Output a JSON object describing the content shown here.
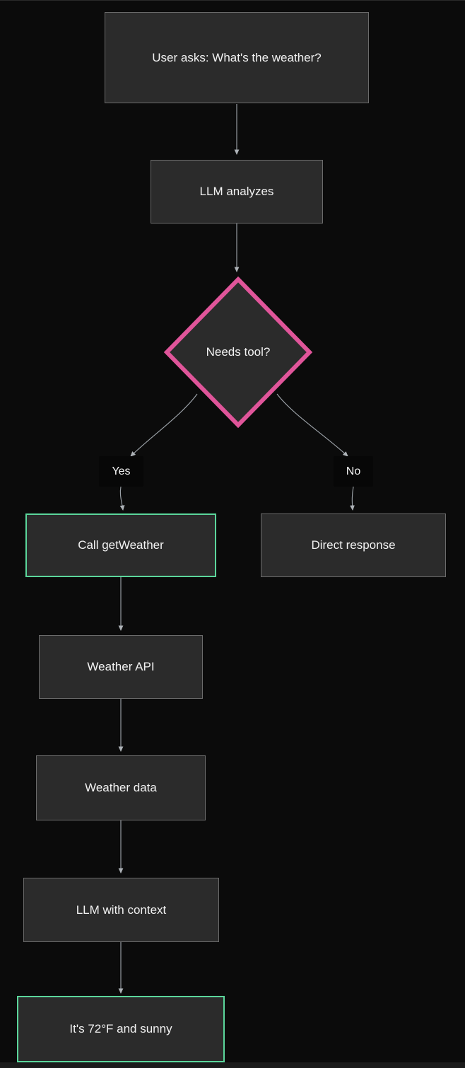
{
  "diagram": {
    "type": "flowchart",
    "direction": "top-down",
    "background_color": "#0b0b0b",
    "node_fill_color": "#2b2b2b",
    "node_border_color": "#6b6b6b",
    "accent_green": "#5bd69b",
    "accent_pink": "#e0559a",
    "edge_color": "#9aa0a6",
    "text_color": "#f2f2f2",
    "nodes": [
      {
        "id": "user-question",
        "label": "User asks: What's the weather?",
        "shape": "rectangle",
        "accent": "none"
      },
      {
        "id": "llm-analyzes",
        "label": "LLM analyzes",
        "shape": "rectangle",
        "accent": "none"
      },
      {
        "id": "needs-tool",
        "label": "Needs tool?",
        "shape": "diamond",
        "accent": "pink"
      },
      {
        "id": "call-getweather",
        "label": "Call getWeather",
        "shape": "rectangle",
        "accent": "green"
      },
      {
        "id": "direct-response",
        "label": "Direct response",
        "shape": "rectangle",
        "accent": "none"
      },
      {
        "id": "weather-api",
        "label": "Weather API",
        "shape": "rectangle",
        "accent": "none"
      },
      {
        "id": "weather-data",
        "label": "Weather data",
        "shape": "rectangle",
        "accent": "none"
      },
      {
        "id": "llm-with-context",
        "label": "LLM with context",
        "shape": "rectangle",
        "accent": "none"
      },
      {
        "id": "final-answer",
        "label": "It's 72°F and sunny",
        "shape": "rectangle",
        "accent": "green"
      }
    ],
    "edges": [
      {
        "from": "user-question",
        "to": "llm-analyzes",
        "label": ""
      },
      {
        "from": "llm-analyzes",
        "to": "needs-tool",
        "label": ""
      },
      {
        "from": "needs-tool",
        "to": "call-getweather",
        "label": "Yes"
      },
      {
        "from": "needs-tool",
        "to": "direct-response",
        "label": "No"
      },
      {
        "from": "call-getweather",
        "to": "weather-api",
        "label": ""
      },
      {
        "from": "weather-api",
        "to": "weather-data",
        "label": ""
      },
      {
        "from": "weather-data",
        "to": "llm-with-context",
        "label": ""
      },
      {
        "from": "llm-with-context",
        "to": "final-answer",
        "label": ""
      }
    ],
    "edge_labels": {
      "yes": "Yes",
      "no": "No"
    }
  }
}
